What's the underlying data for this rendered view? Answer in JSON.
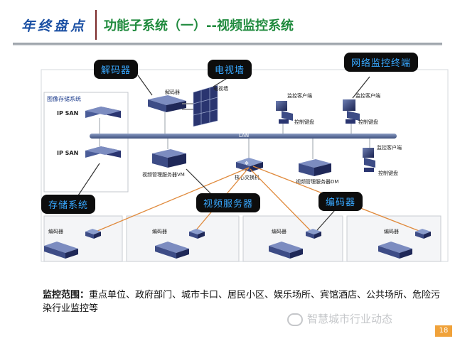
{
  "header": {
    "brand": "年终盘点",
    "title": "功能子系统（一）--视频监控系统"
  },
  "callouts": {
    "decoder": "解码器",
    "tv_wall": "电视墙",
    "net_client": "网络监控终端",
    "storage": "存储系统",
    "video_server": "视频服务器",
    "encoder": "编码器"
  },
  "labels": {
    "storage_group": "图像存储系统",
    "ip_san_1": "IP SAN",
    "ip_san_2": "IP SAN",
    "decoder": "解码器",
    "tv_wall": "电视墙",
    "client_1": "监控客户端",
    "client_2": "监控客户端",
    "client_3": "监控客户端",
    "keyboard_1": "控制键盘",
    "keyboard_2": "控制键盘",
    "keyboard_3": "控制键盘",
    "lan": "LAN",
    "vm_server": "视频管理服务器VM",
    "core_switch": "核心交换机",
    "dm_server": "视频管理服务器DM",
    "encoder_1": "编码器",
    "encoder_2": "编码器",
    "encoder_3": "编码器",
    "encoder_4": "编码器"
  },
  "caption": {
    "lead": "监控范围：",
    "text": "重点单位、政府部门、城市卡口、居民小区、娱乐场所、宾馆酒店、公共场所、危险污染行业监控等"
  },
  "watermark": "智慧城市行业动态",
  "page_number": "18",
  "colors": {
    "brand": "#1a4fa3",
    "title": "#1f8a3d",
    "callout_bg": "#0d0d0d",
    "callout_text": "#38a8ff",
    "lan_bar": "#5a6f9a",
    "link_lines": "#e08a3c",
    "page_badge": "#f0a23a"
  }
}
